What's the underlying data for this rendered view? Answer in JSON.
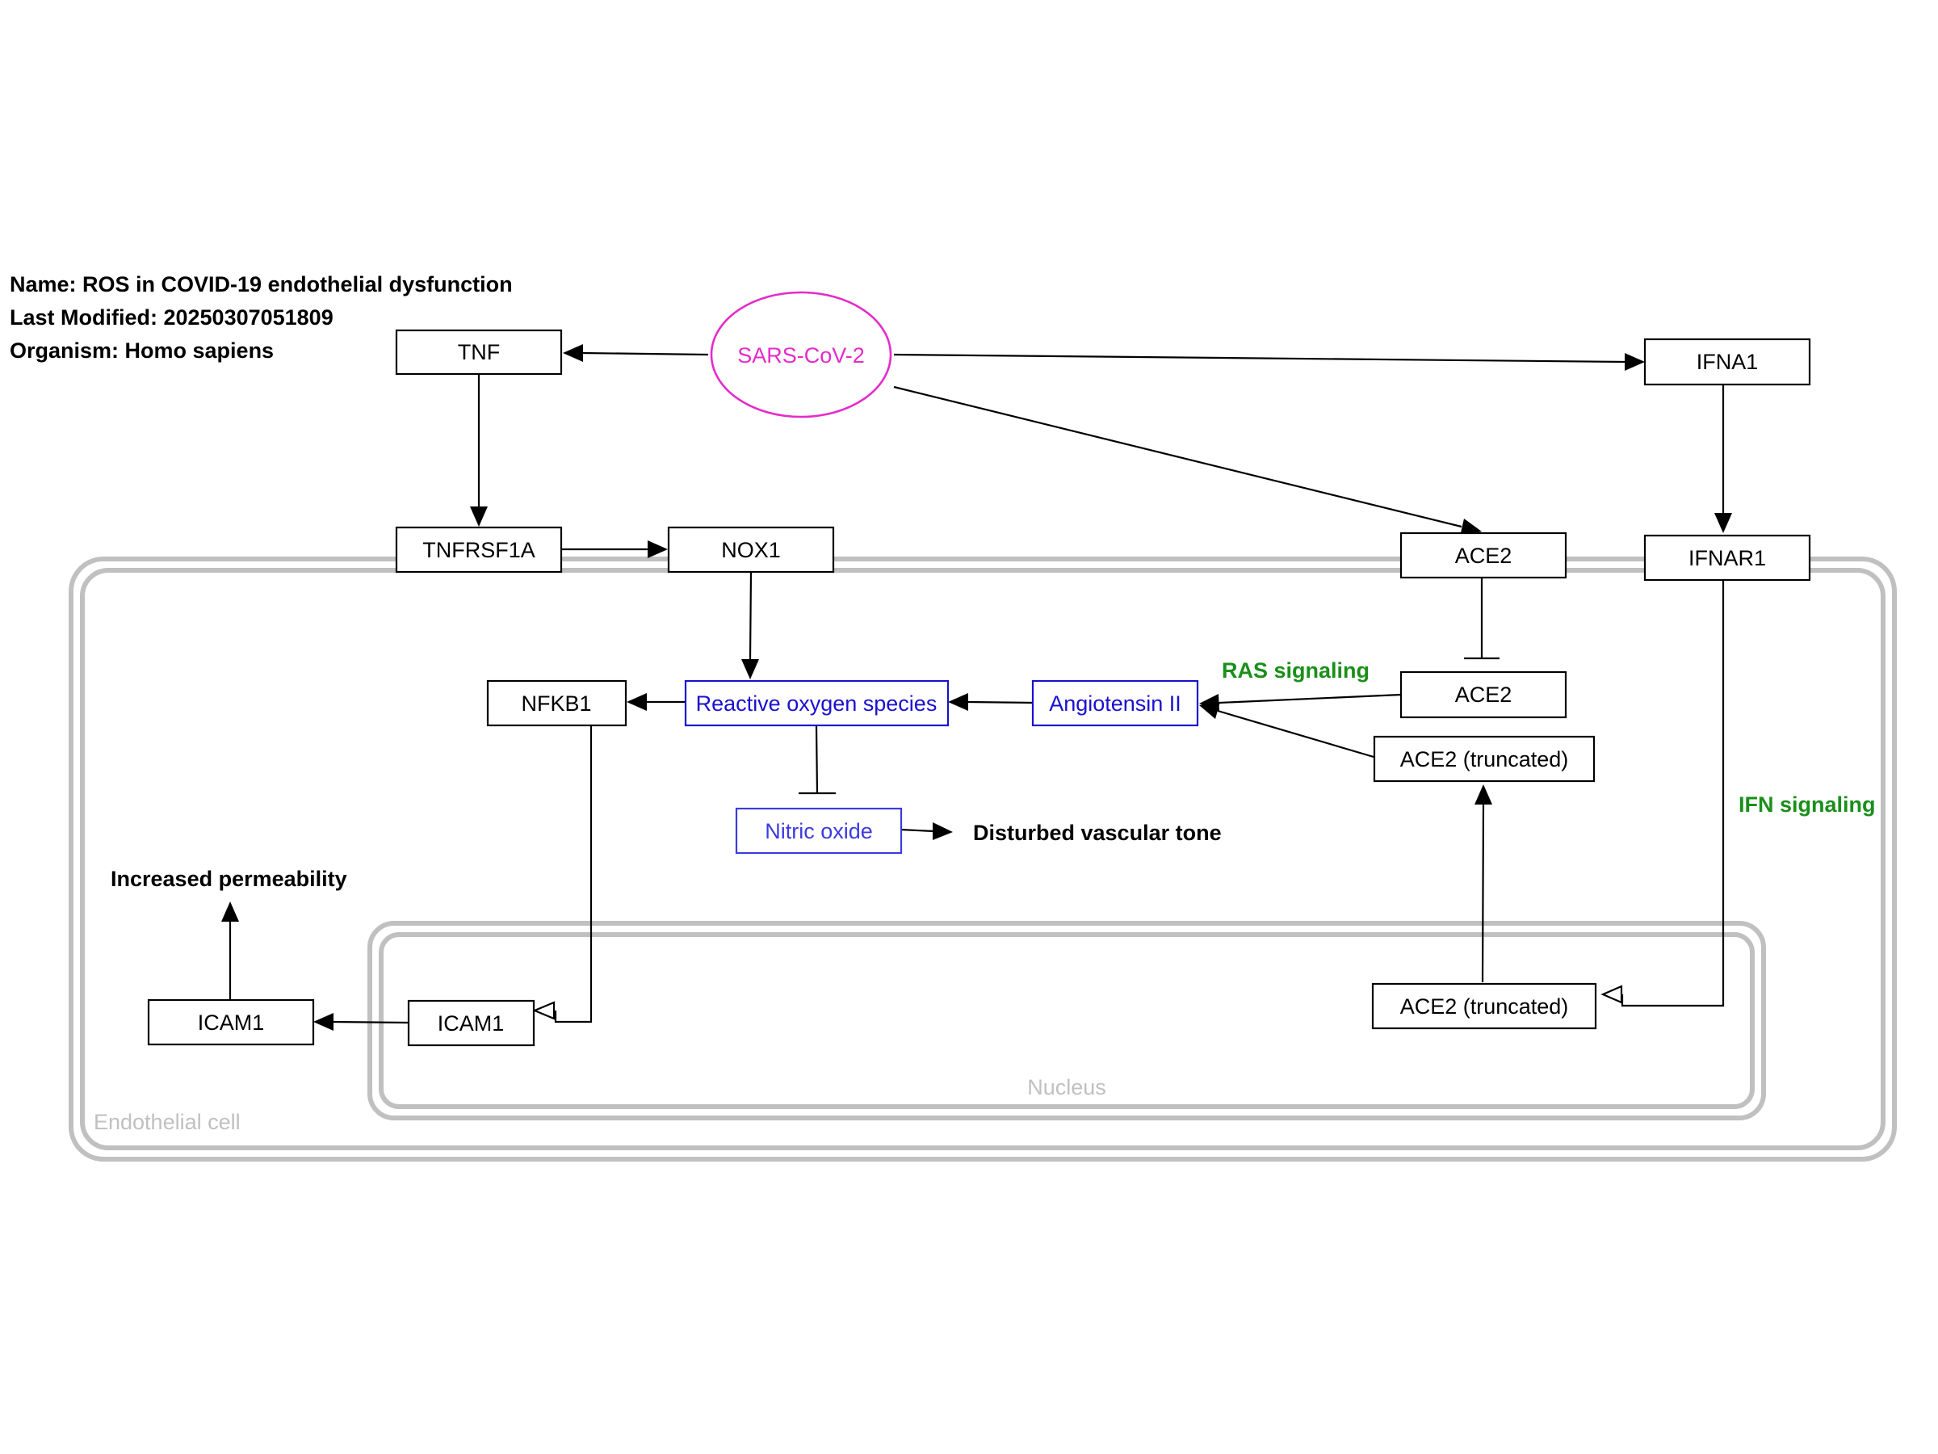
{
  "meta": {
    "name": "Name: ROS in COVID-19 endothelial dysfunction",
    "modified": "Last Modified: 20250307051809",
    "organism": "Organism: Homo sapiens"
  },
  "compartments": {
    "endothelial": "Endothelial cell",
    "nucleus": "Nucleus"
  },
  "nodes": {
    "sars": "SARS-CoV-2",
    "tnf": "TNF",
    "ifna1": "IFNA1",
    "tnfrsf1a": "TNFRSF1A",
    "nox1": "NOX1",
    "ace2_membrane": "ACE2",
    "ifnar1": "IFNAR1",
    "nfkb1": "NFKB1",
    "ros": "Reactive oxygen species",
    "angiotensin": "Angiotensin II",
    "ace2_inner": "ACE2",
    "ace2_trunc_cyto": "ACE2 (truncated)",
    "nitric_oxide": "Nitric oxide",
    "icam1_cyto": "ICAM1",
    "icam1_nuc": "ICAM1",
    "ace2_trunc_nuc": "ACE2 (truncated)"
  },
  "labels": {
    "ras": "RAS signaling",
    "ifn": "IFN signaling",
    "vascular": "Disturbed vascular tone",
    "permeability": "Increased permeability"
  },
  "colors": {
    "virus": "#e52bc9",
    "metabolite": "#1a10d0",
    "pathway_label": "#1a8f1a",
    "compartment": "#c0c0c0"
  }
}
